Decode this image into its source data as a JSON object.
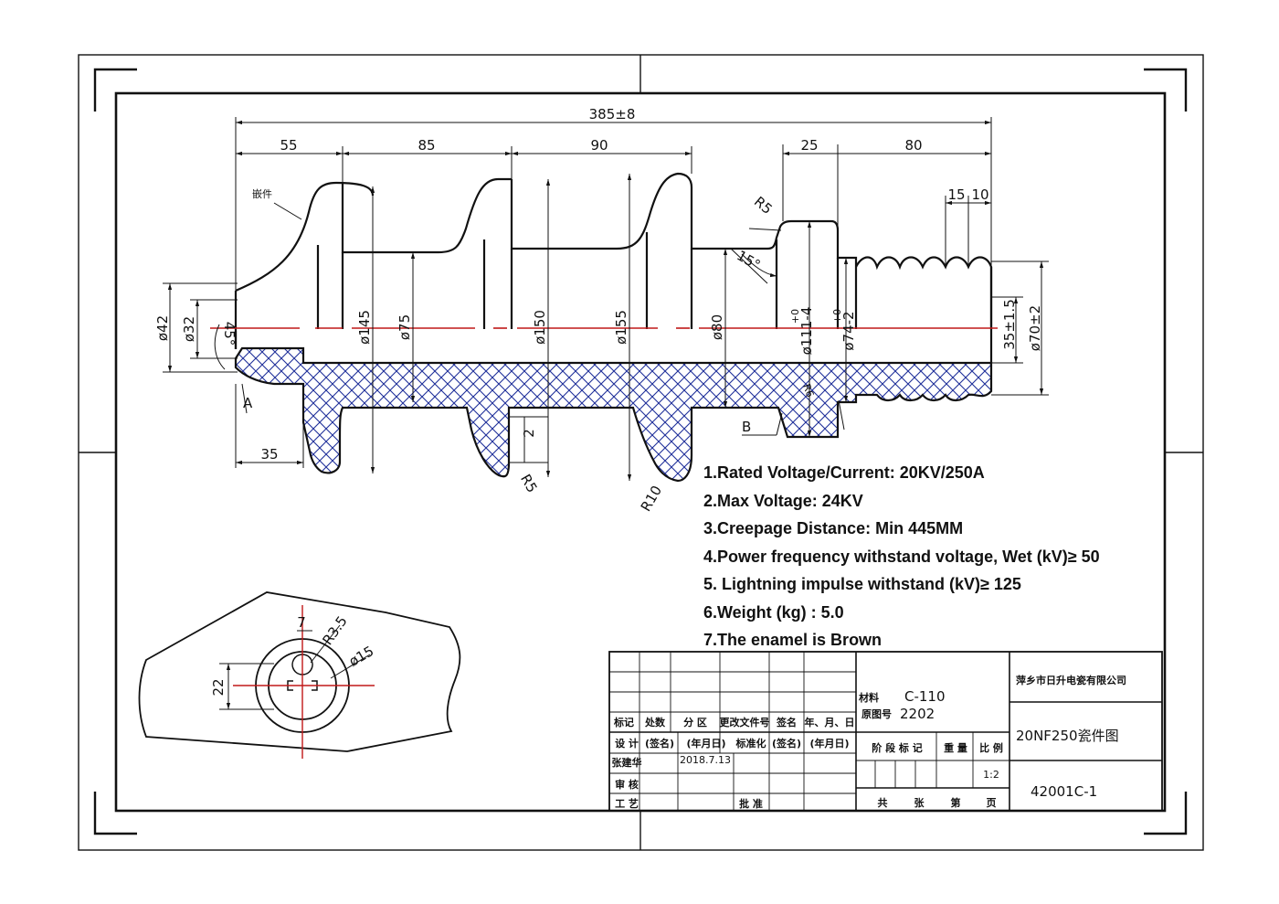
{
  "dimensions": {
    "overall_length": "385±8",
    "seg_55": "55",
    "seg_85": "85",
    "seg_90": "90",
    "seg_25": "25",
    "seg_80": "80",
    "seg_15": "15",
    "seg_10": "10",
    "seg_35": "35",
    "r5_top": "R5",
    "angle_15": "15°",
    "dia_42": "ø42",
    "dia_32": "ø32",
    "angle_45": "45°",
    "dia_145": "ø145",
    "dia_75": "ø75",
    "dia_150": "ø150",
    "dia_155": "ø155",
    "dia_80": "ø80",
    "dia_111": "ø111-4",
    "dia_111_tol": "+0",
    "dia_74": "ø74-2",
    "dia_74_tol": "+0",
    "dim_35": "35±1.5",
    "dia_70": "ø70±2",
    "label_a": "A",
    "label_b": "B",
    "dim_2": "2",
    "r5_bottom": "R5",
    "r10": "R10",
    "r6": "R6",
    "tiny_label": "嵌件"
  },
  "detail_view": {
    "dim_7": "7",
    "r35": "R3.5",
    "dia_15": "ø15",
    "dim_22": "22"
  },
  "notes": [
    "1.Rated Voltage/Current: 20KV/250A",
    "2.Max Voltage: 24KV",
    "3.Creepage Distance: Min 445MM",
    "4.Power frequency withstand voltage, Wet (kV)≥ 50",
    "5. Lightning impulse withstand (kV)≥ 125",
    "6.Weight (kg) : 5.0",
    "7.The enamel is Brown"
  ],
  "title_block": {
    "material_label": "材料",
    "material_value": "C-110",
    "original_label": "原图号",
    "original_value": "2202",
    "company": "萍乡市日升电瓷有限公司",
    "product": "20NF250瓷件图",
    "drawing_no": "42001C-1",
    "scale": "1:2",
    "date": "2018.7.13",
    "cols": [
      "标记",
      "处数",
      "分 区",
      "更改文件号",
      "签名",
      "年、月、日"
    ],
    "design_row": [
      "设 计",
      "(签名)",
      "(年月日)",
      "标准化",
      "(签名)",
      "(年月日)"
    ],
    "checker": "张建华",
    "review": "审 核",
    "craft": "工 艺",
    "approve": "批 准",
    "stage_labels": [
      "阶 段 标 记",
      "重 量",
      "比 例"
    ],
    "footer": [
      "共",
      "张",
      "第",
      "页"
    ]
  }
}
